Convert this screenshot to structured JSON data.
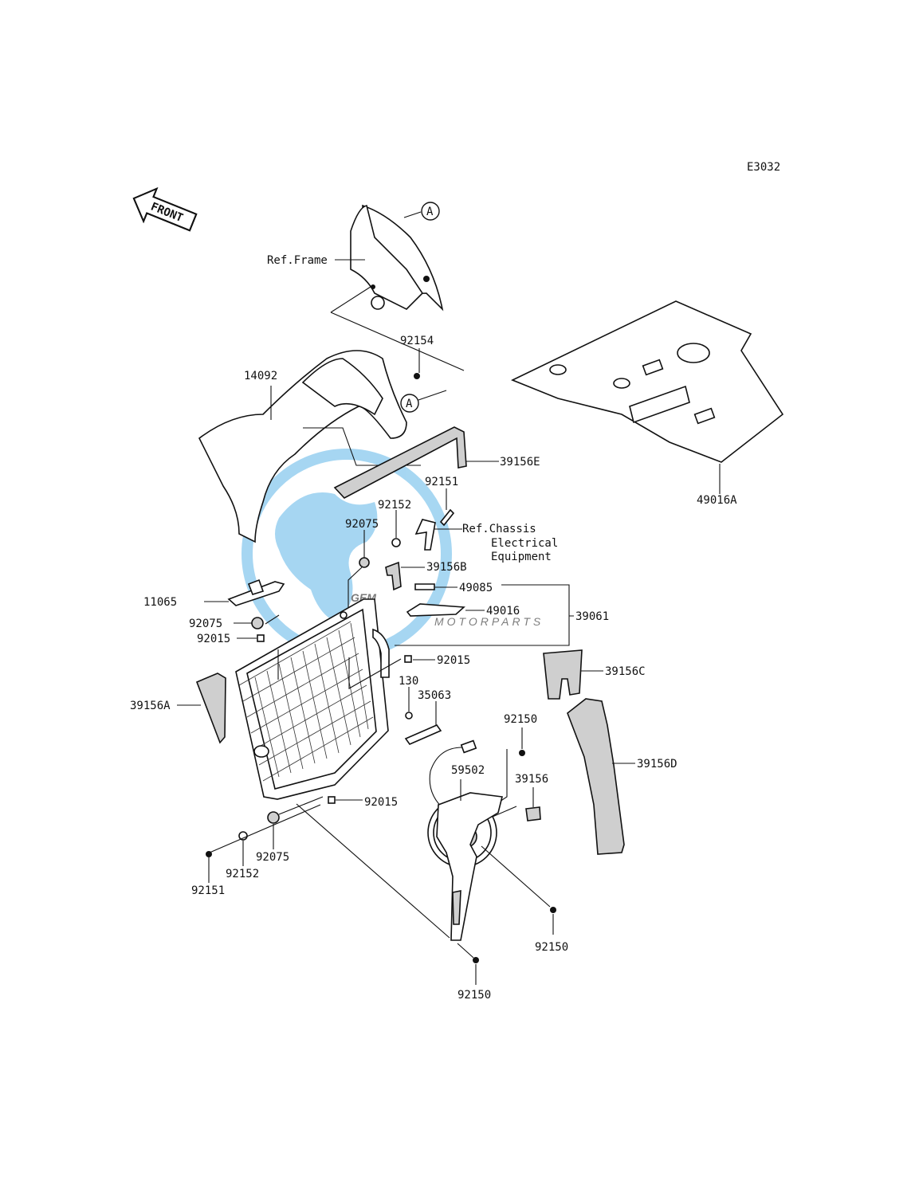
{
  "diagram_code": "E3032",
  "front_arrow_text": "FRONT",
  "callout_marker": "A",
  "watermark": {
    "brand": "GEM",
    "sub": "MOTORPARTS",
    "color": "#5fb6e8"
  },
  "notes": {
    "ref_frame": "Ref.Frame",
    "ref_chassis_1": "Ref.Chassis",
    "ref_chassis_2": "Electrical",
    "ref_chassis_3": "Equipment"
  },
  "labels": {
    "p92154": "92154",
    "p14092": "14092",
    "p39156E": "39156E",
    "p49016A": "49016A",
    "p92151_top": "92151",
    "p92152_top": "92152",
    "p92075_top": "92075",
    "p39156B": "39156B",
    "p49085": "49085",
    "p49016": "49016",
    "p39061": "39061",
    "p11065": "11065",
    "p92075_mid": "92075",
    "p92015_left": "92015",
    "p92015_right": "92015",
    "p39156C": "39156C",
    "p130": "130",
    "p35063": "35063",
    "p39156A": "39156A",
    "p92150_top": "92150",
    "p59502": "59502",
    "p39156": "39156",
    "p39156D": "39156D",
    "p92015_bottom": "92015",
    "p92075_bottom": "92075",
    "p92152_bottom": "92152",
    "p92151_bottom": "92151",
    "p92150_right": "92150",
    "p92150_bottom": "92150"
  }
}
